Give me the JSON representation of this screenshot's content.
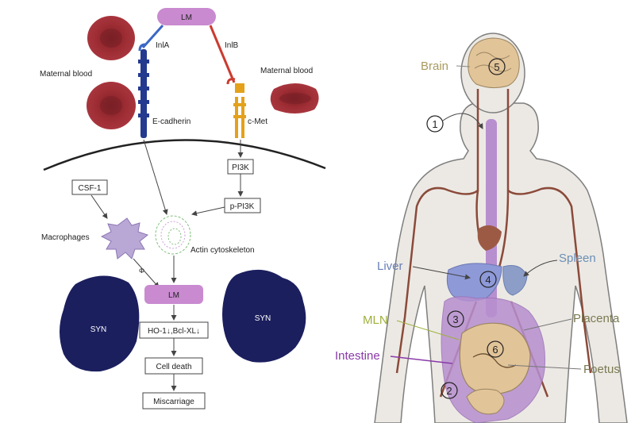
{
  "colors": {
    "rbc": "#9b2b32",
    "rbc_dark": "#7a1f26",
    "lm": "#c98ad0",
    "ecad": "#233a8e",
    "inla_line": "#3c67c7",
    "inlb_line": "#cc3b30",
    "cmet": "#e3a11c",
    "syn": "#1b1f5e",
    "macro": "#b9a8d6",
    "body_fill": "#ece9e4",
    "body_stroke": "#7e7e7e",
    "vessel": "#8b4a3a",
    "gut": "#b78fcf",
    "liver": "#8e99d8",
    "spleen": "#8c9ec8",
    "skin": "#e2c499",
    "brain_label": "#a99a5f",
    "liver_label": "#6b7fb6",
    "spleen_label": "#6b8fb6",
    "mln_label": "#9fb03c",
    "intestine_label": "#8a3aa8",
    "placenta_label": "#7a7a52",
    "foetus_label": "#7a7a52"
  },
  "left": {
    "lm_top": "LM",
    "inla": "InlA",
    "inlb": "InlB",
    "maternal_blood_left": "Maternal blood",
    "maternal_blood_right": "Maternal blood",
    "ecadherin": "E-cadherin",
    "cmet": "c-Met",
    "csf1": "CSF-1",
    "pi3k": "PI3K",
    "ppi3k": "p-PI3K",
    "macrophages": "Macrophages",
    "actin": "Actin cytoskeleton",
    "lm_bottom": "LM",
    "syn_left": "SYN",
    "syn_right": "SYN",
    "ho1": "HO-1↓,Bcl-XL↓",
    "cell_death": "Cell death",
    "miscarriage": "Miscarriage",
    "small_label": "Φ"
  },
  "right": {
    "brain": "Brain",
    "liver": "Liver",
    "spleen": "Spleen",
    "mln": "MLN",
    "placenta": "Placenta",
    "intestine": "Intestine",
    "foetus": "Foetus",
    "n1": "1",
    "n2": "2",
    "n3": "3",
    "n4": "4",
    "n5": "5",
    "n6": "6"
  }
}
